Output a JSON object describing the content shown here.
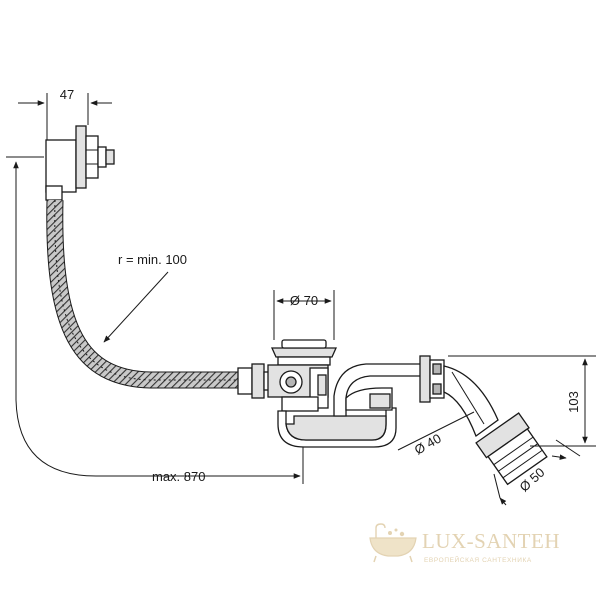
{
  "dimensions": {
    "width_top": "47",
    "bend_radius": "r = min. 100",
    "overflow_diameter": "Ø 70",
    "height_right": "103",
    "outlet_diameter_40": "Ø 40",
    "outlet_diameter_50": "Ø 50",
    "max_length": "max. 870"
  },
  "watermark": {
    "title": "LUX-SANTEH",
    "subtitle": "ЕВРОПЕЙСКАЯ САНТЕХНИКА",
    "logo_icon": "bathtub-icon"
  },
  "colors": {
    "line": "#1a1a1a",
    "watermark": "#e3d3b3",
    "hose_fill": "#9a9a9a"
  }
}
